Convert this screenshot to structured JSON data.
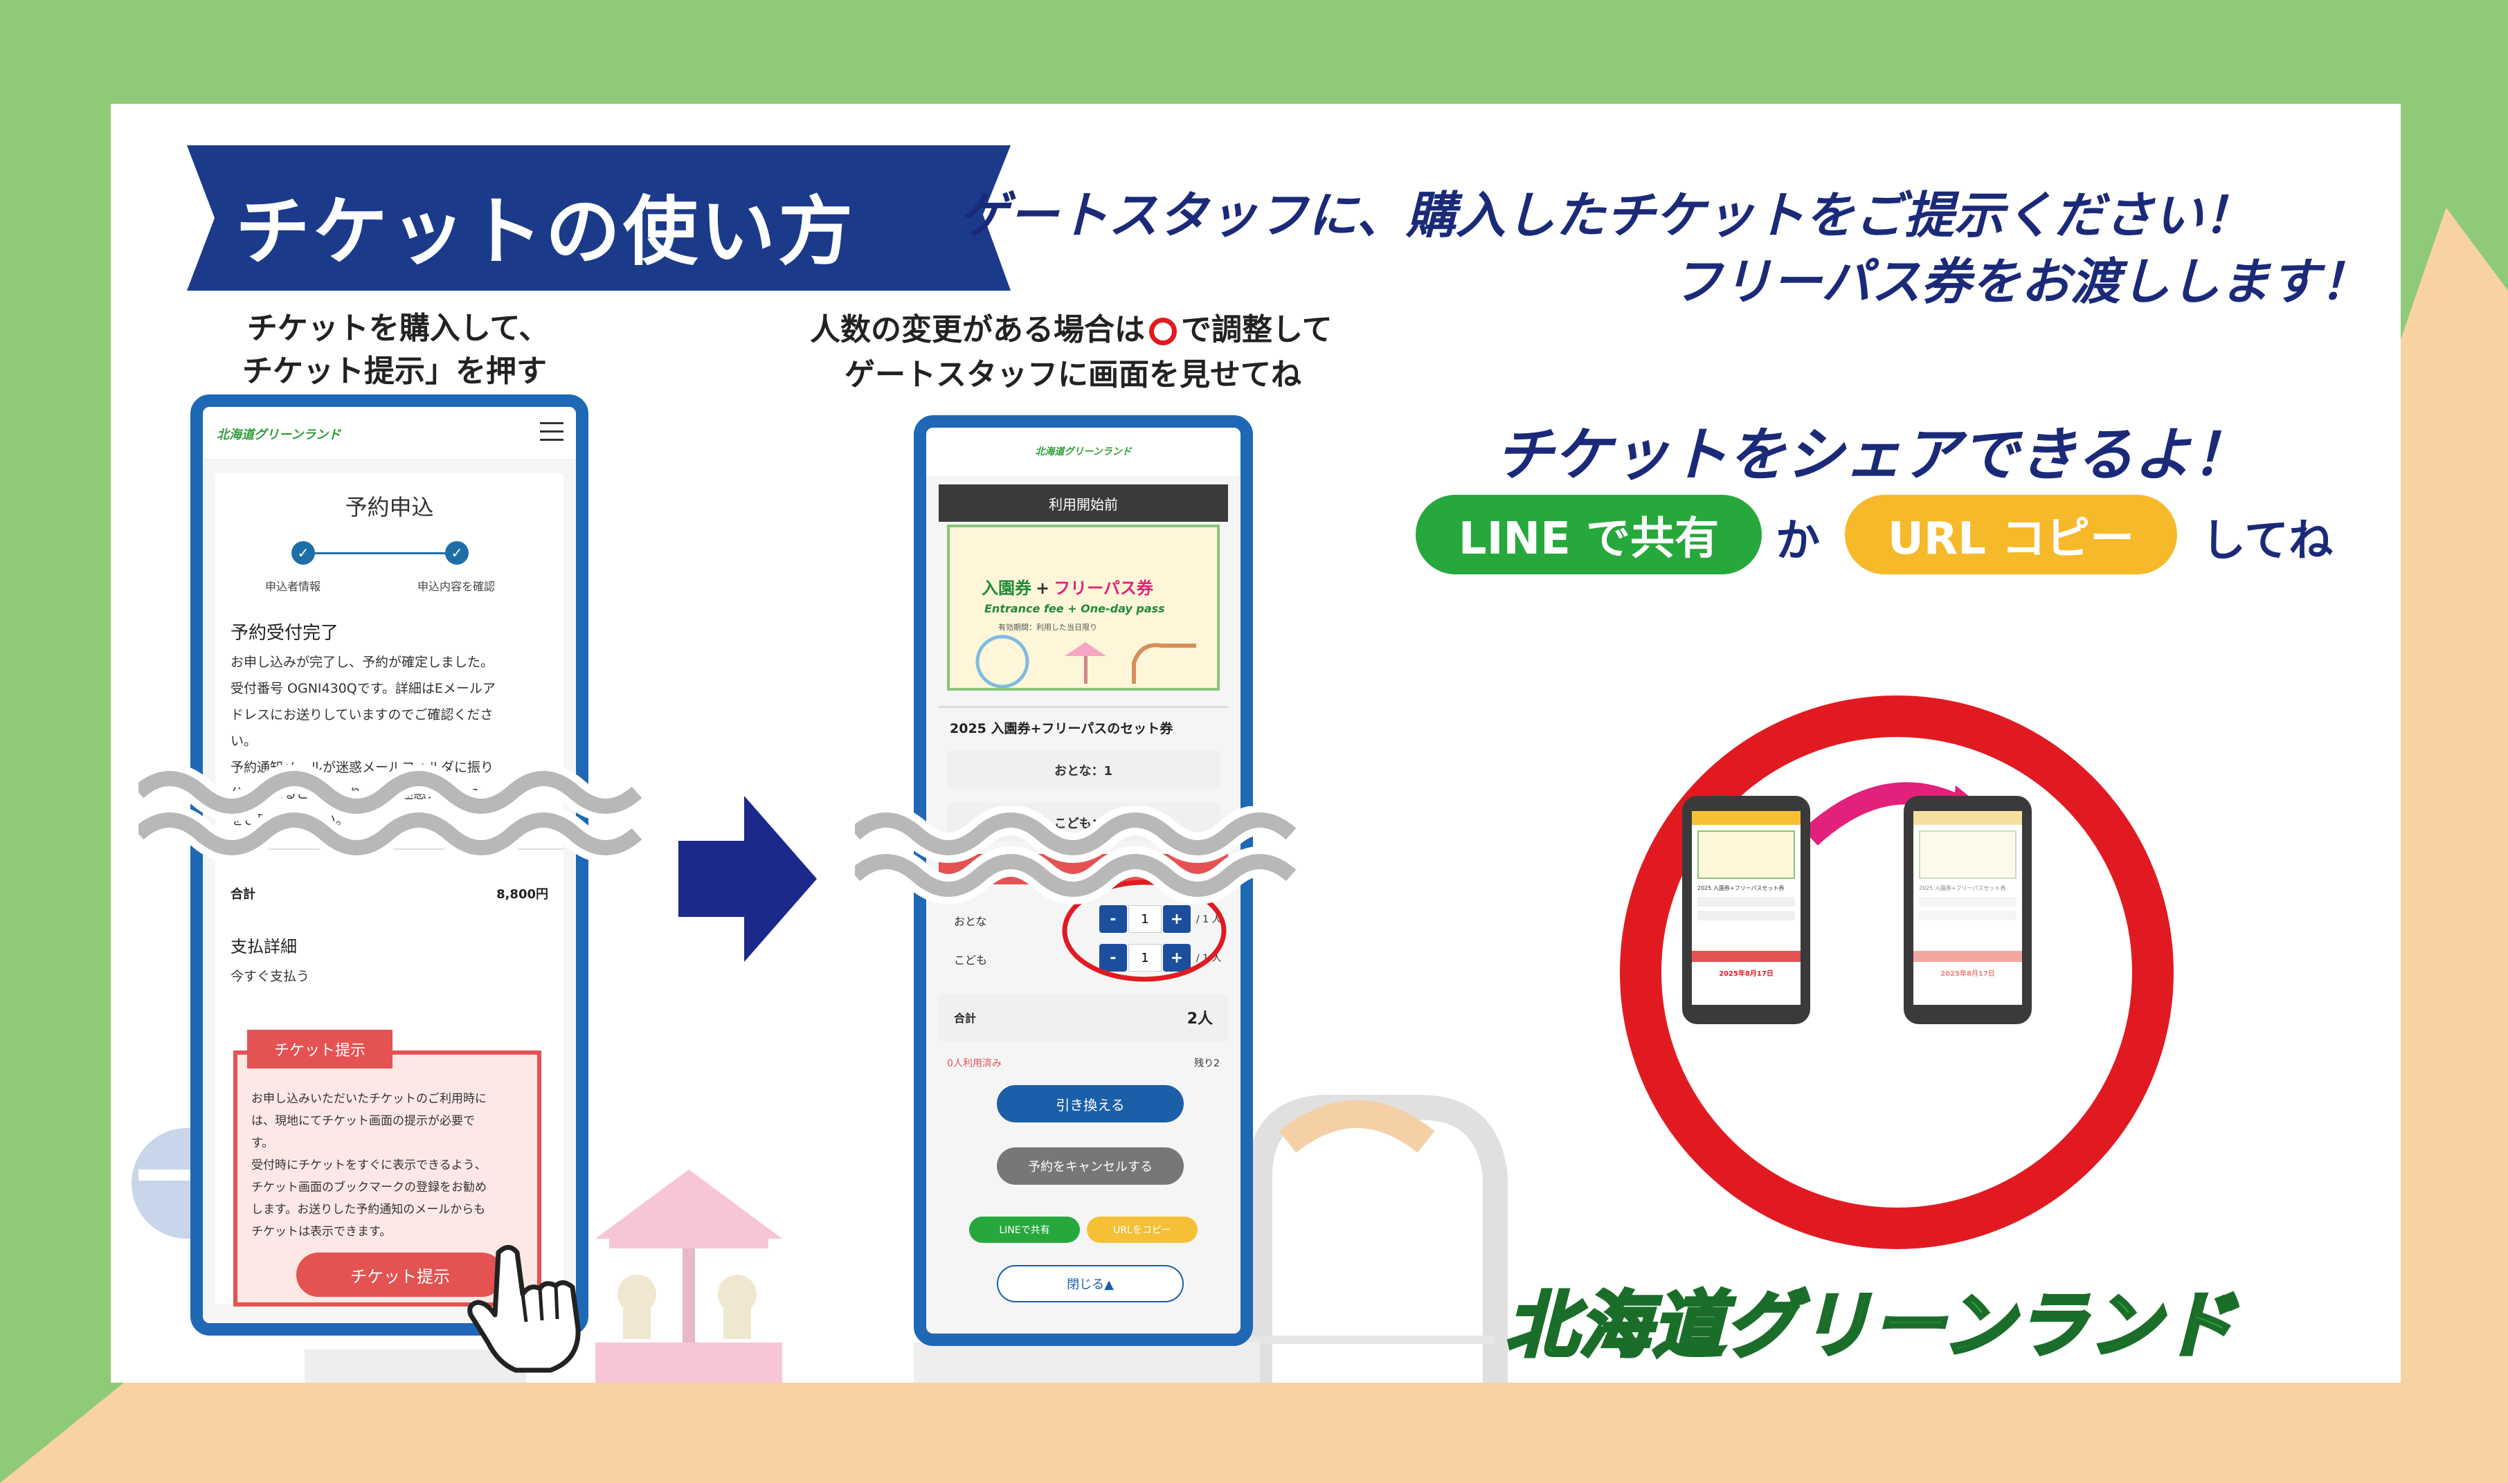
{
  "heading": {
    "banner_title": "チケットの使い方",
    "lead_line1": "ゲートスタッフに、購入したチケットをご提示ください！",
    "lead_line2": "フリーパス券をお渡しします！"
  },
  "step1": {
    "caption_line1": "チケットを購入して、",
    "caption_line2": "チケット提示」を押す"
  },
  "step2": {
    "caption_line1_a": "人数の変更がある場合は",
    "caption_line1_b": "で調整して",
    "caption_line2": "ゲートスタッフに画面を見せてね"
  },
  "share": {
    "title": "チケットをシェアできるよ！",
    "line_button": "LINE で共有",
    "connector": "か",
    "url_button": "URL コピー",
    "suffix": "してね"
  },
  "brand": {
    "logo_text": "北海道グリーンランド"
  },
  "phone1": {
    "header_logo": "北海道グリーンランド",
    "page_title": "予約申込",
    "step_labels": [
      "申込者情報",
      "申込内容を確認"
    ],
    "complete_heading": "予約受付完了",
    "body_lines": [
      "お申し込みが完了し、予約が確定しました。",
      "受付番号 OGNI430Qです。詳細はEメールア",
      "ドレスにお送りしていますのでご確認くださ",
      "い。",
      "予約通知メールが迷惑メールフォルダに振り",
      "分けられることがあります。迷惑メールフォルダ",
      "をご確認ください。"
    ],
    "total_label": "合計",
    "total_value": "8,800円",
    "payment_heading": "支払詳細",
    "payment_value": "今すぐ支払う",
    "ticket_tab": "チケット提示",
    "ticket_lines": [
      "お申し込みいただいたチケットのご利用時に",
      "は、現地にてチケット画面の提示が必要で",
      "す。",
      "受付時にチケットをすぐに表示できるよう、",
      "チケット画面のブックマークの登録をお勧め",
      "します。お送りした予約通知のメールからも",
      "チケットは表示できます。"
    ],
    "ticket_button": "チケット提示"
  },
  "phone2": {
    "header_logo": "北海道グリーンランド",
    "status_bar": "利用開始前",
    "ticket_title_a": "入園券",
    "ticket_title_plus": "+",
    "ticket_title_b": "フリーパス券",
    "ticket_subtitle": "Entrance fee + One-day pass",
    "ticket_note": "有効期間：利用した当日限り",
    "product_name": "2025 入園券+フリーパスのセット券",
    "adult_row": "おとな：1",
    "child_row": "こども：1",
    "counter_adult_label": "おとな",
    "counter_child_label": "こども",
    "counter_adult_value": "1",
    "counter_child_value": "1",
    "counter_adult_max": "/ 1 人",
    "counter_child_max": "/ 1 人",
    "minus_symbol": "-",
    "plus_symbol": "+",
    "total_label": "合計",
    "total_value": "2人",
    "used_label": "0人利用済み",
    "remaining_label": "残り2",
    "exchange_button": "引き換える",
    "cancel_button": "予約をキャンセルする",
    "line_share": "LINEで共有",
    "url_copy": "URLをコピー",
    "close_button": "閉じる▲"
  },
  "mini_phone_left": {
    "product_name": "2025 入園券+フリーパスセット券",
    "date": "2025年8月17日"
  },
  "mini_phone_right": {
    "product_name": "2025 入園券+フリーパスセット券",
    "date": "2025年8月17日"
  },
  "colors": {
    "frame_green": "#8fca78",
    "frame_peach": "#f9d2a4",
    "navy": "#1b2a78",
    "phone_blue": "#1e68b5",
    "line_green": "#26a83c",
    "url_yellow": "#f5b92a",
    "share_ring_red": "#e11a22",
    "arrow_magenta": "#e2217a",
    "ticket_red": "#e45252",
    "button_navy": "#1b4f9e"
  }
}
